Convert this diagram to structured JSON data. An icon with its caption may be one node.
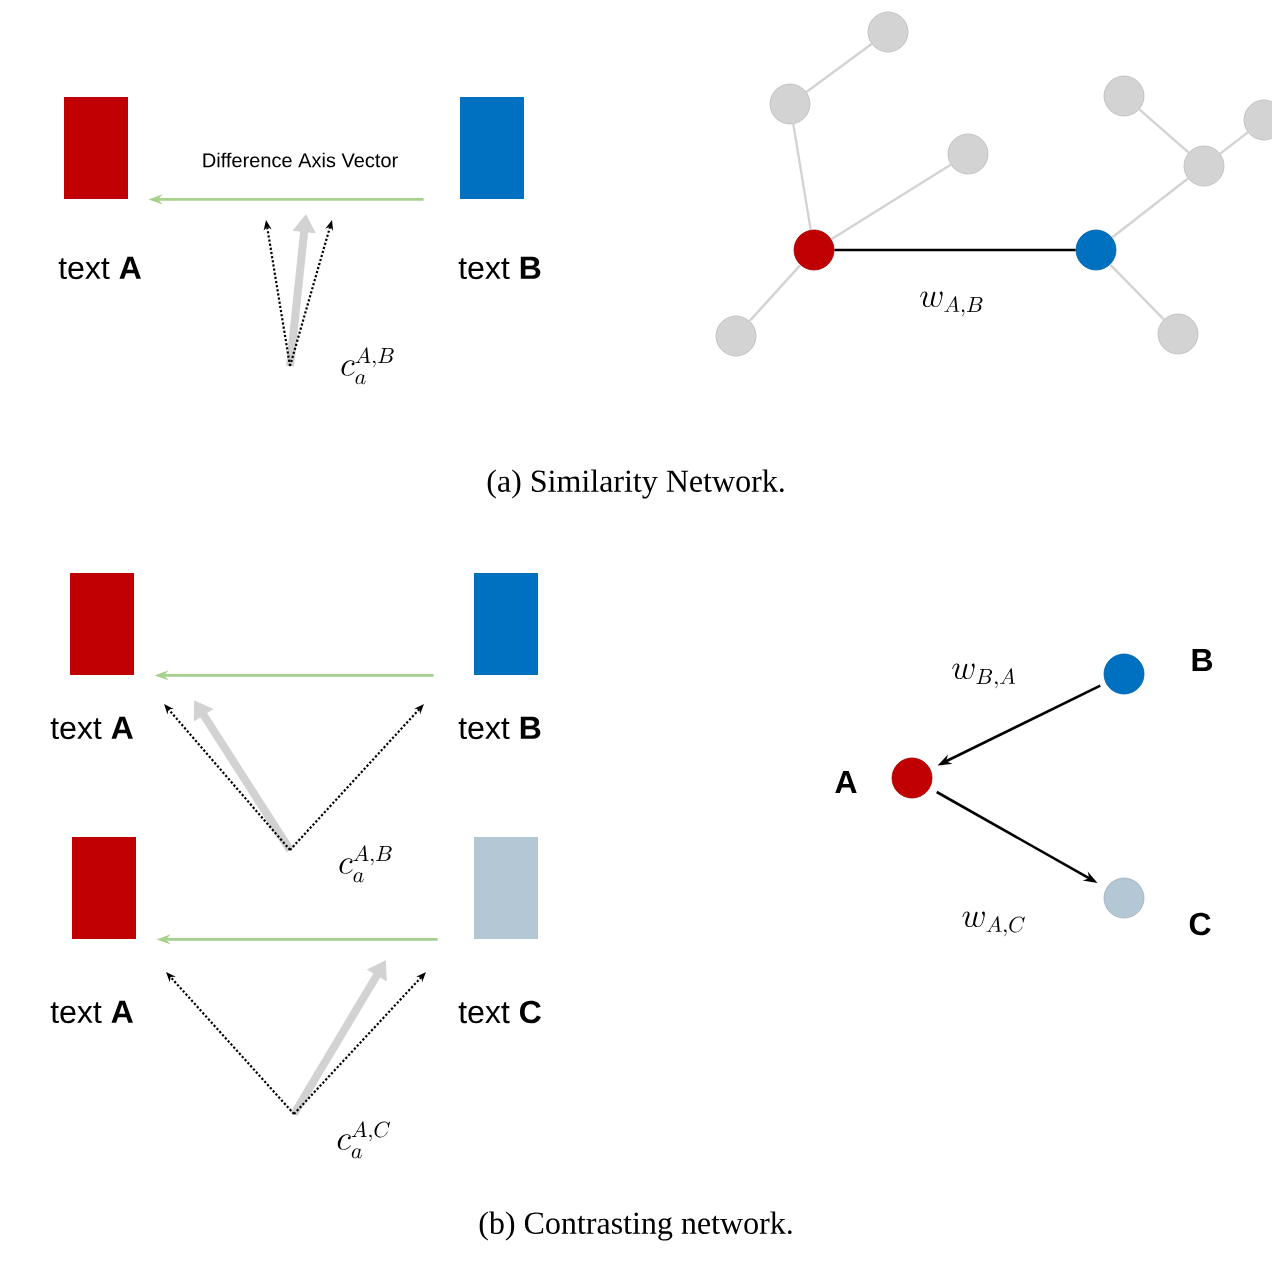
{
  "diagram": {
    "nodes": [
      {
        "text": [
          "text **A**"
        ]
      },
      {
        "text": [
          "text **B**"
        ]
      },
      {
        "text": [],
        "shape": "circle"
      },
      {
        "text": [],
        "shape": "circle"
      },
      {
        "text": [],
        "shape": "circle"
      },
      {
        "text": [],
        "shape": "circle"
      },
      {
        "text": [],
        "shape": "circle"
      },
      {
        "text": [],
        "shape": "circle"
      },
      {
        "text": [],
        "shape": "circle"
      },
      {
        "text": [],
        "shape": "circle"
      },
      {
        "text": [],
        "shape": "circle"
      },
      {
        "text": [],
        "shape": "circle"
      },
      {
        "text": [
          "text **A**"
        ]
      },
      {
        "text": [
          "text **B**"
        ]
      },
      {
        "text": [
          "text **A**"
        ]
      },
      {
        "text": [
          "text **C**"
        ]
      },
      {
        "text": [
          "B"
        ]
      },
      {
        "text": [
          "A"
        ]
      },
      {
        "text": [
          "C"
        ]
      }
    ],
    "edges": [
      {
        "from": 1,
        "to": 0,
        "arrow": "to",
        "label": "Difference Axis Vector",
        "color": "#a9d18e"
      },
      {
        "from": 6,
        "to": 5,
        "arrow": "none"
      },
      {
        "from": 5,
        "to": 2,
        "arrow": "none"
      },
      {
        "from": 2,
        "to": 7,
        "arrow": "none"
      },
      {
        "from": 2,
        "to": 4,
        "arrow": "none"
      },
      {
        "from": 2,
        "to": 3,
        "arrow": "none",
        "label": "w_{A,B}",
        "color": "#000000"
      },
      {
        "from": 3,
        "to": 10,
        "arrow": "none"
      },
      {
        "from": 8,
        "to": 10,
        "arrow": "none"
      },
      {
        "from": 10,
        "to": 11,
        "arrow": "none"
      },
      {
        "from": 3,
        "to": 9,
        "arrow": "none"
      },
      {
        "from": 13,
        "to": 12,
        "arrow": "to",
        "color": "#a9d18e"
      },
      {
        "from": 15,
        "to": 14,
        "arrow": "to",
        "color": "#a9d18e"
      },
      {
        "from": 16,
        "to": 17,
        "arrow": "to",
        "label": "w_{B,A}",
        "color": "#000000"
      },
      {
        "from": 17,
        "to": 18,
        "arrow": "to",
        "label": "w_{A,C}",
        "color": "#000000"
      }
    ],
    "labels": [
      "c_a^{A,B}",
      "(a) Similarity Network.",
      "c_a^{A,B}",
      "c_a^{A,C}",
      "(b) Contrasting network."
    ]
  }
}
